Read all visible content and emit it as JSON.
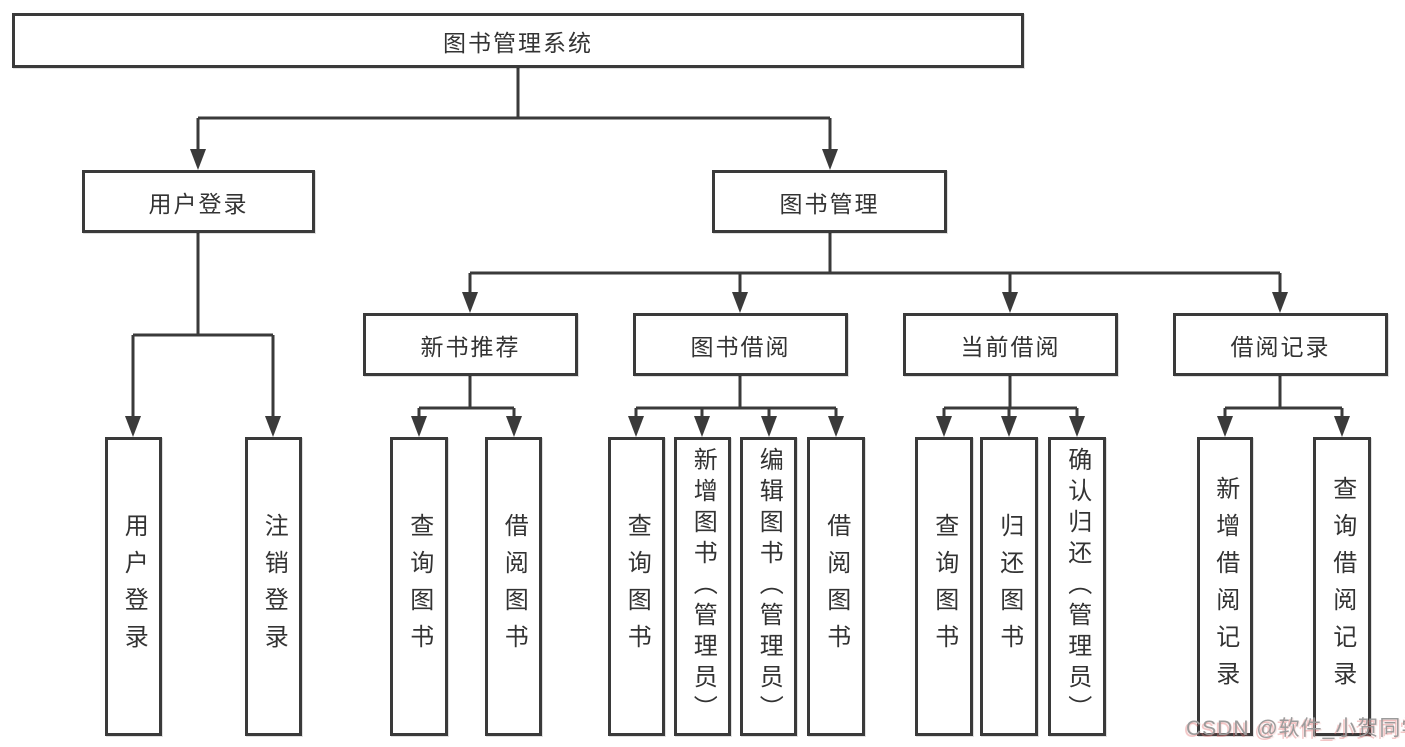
{
  "tree": {
    "label": "图书管理系统",
    "children": [
      {
        "label": "用户登录",
        "children": [
          {
            "label": "用户登录"
          },
          {
            "label": "注销登录"
          }
        ]
      },
      {
        "label": "图书管理",
        "children": [
          {
            "label": "新书推荐",
            "children": [
              {
                "label": "查询图书"
              },
              {
                "label": "借阅图书"
              }
            ]
          },
          {
            "label": "图书借阅",
            "children": [
              {
                "label": "查询图书"
              },
              {
                "label": "新增图书（管理员）"
              },
              {
                "label": "编辑图书（管理员）"
              },
              {
                "label": "借阅图书"
              }
            ]
          },
          {
            "label": "当前借阅",
            "children": [
              {
                "label": "查询图书"
              },
              {
                "label": "归还图书"
              },
              {
                "label": "确认归还（管理员）"
              }
            ]
          },
          {
            "label": "借阅记录",
            "children": [
              {
                "label": "新增借阅记录"
              },
              {
                "label": "查询借阅记录"
              }
            ]
          }
        ]
      }
    ]
  },
  "watermark": {
    "text": "CSDN @软件_小贺同学"
  },
  "colors": {
    "line": "#3a3a3a",
    "text": "#333333",
    "background": "#ffffff",
    "watermark": "#9b9b9b",
    "watermark_shadow": "#e27878"
  }
}
